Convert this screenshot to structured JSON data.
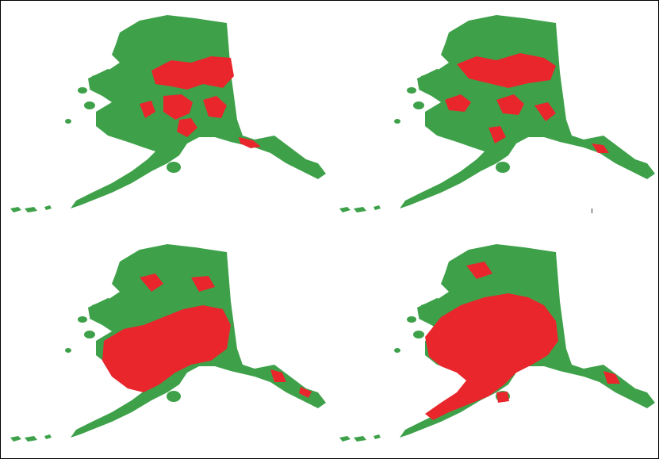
{
  "colors": {
    "land": "#3ea14a",
    "impact": "#e8262c",
    "background": "#ffffff",
    "border": "#000000"
  },
  "panels": [
    {
      "position": "top-left",
      "impact_level": "low"
    },
    {
      "position": "top-right",
      "impact_level": "low"
    },
    {
      "position": "bottom-left",
      "impact_level": "medium"
    },
    {
      "position": "bottom-right",
      "impact_level": "high"
    }
  ]
}
